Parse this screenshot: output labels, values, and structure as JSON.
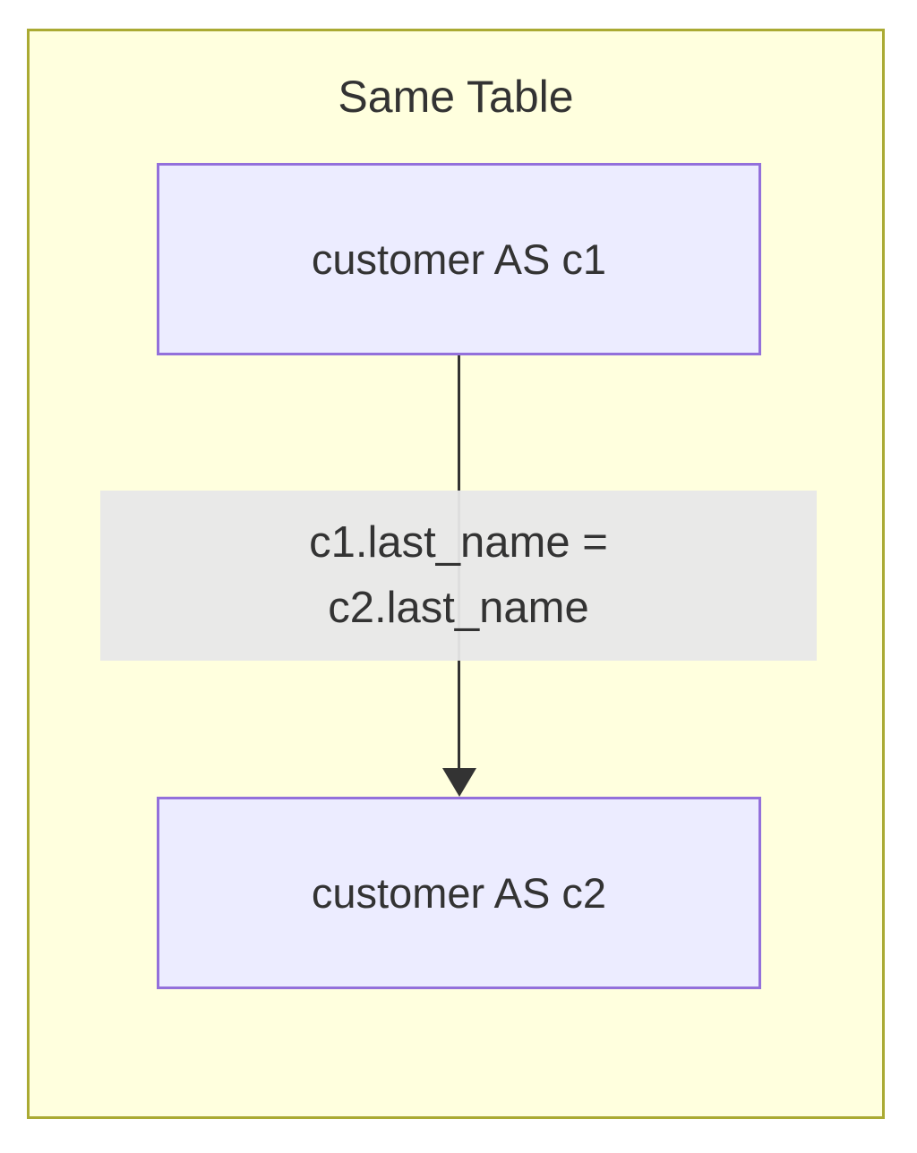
{
  "diagram": {
    "type": "flowchart",
    "direction": "top-down",
    "subgraph": {
      "title": "Same Table",
      "fill_color": "#ffffde",
      "border_color": "#aaaa33"
    },
    "nodes": [
      {
        "id": "c1",
        "label": "customer AS c1"
      },
      {
        "id": "c2",
        "label": "customer AS c2"
      }
    ],
    "node_style": {
      "fill_color": "#ECECFF",
      "border_color": "#9370DB",
      "text_color": "#333333"
    },
    "edges": [
      {
        "from": "c1",
        "to": "c2",
        "label_line1": "c1.last_name =",
        "label_line2": "c2.last_name",
        "label_background": "#e8e8e8",
        "line_color": "#333333",
        "arrowhead": "triangle-down"
      }
    ]
  }
}
